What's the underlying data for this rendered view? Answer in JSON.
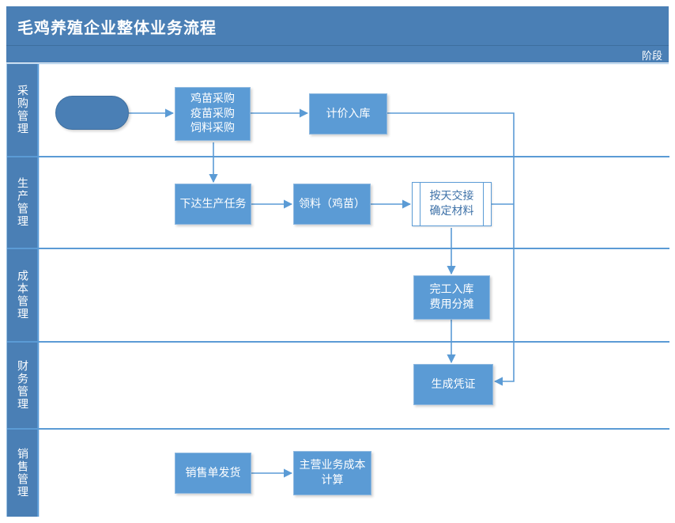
{
  "header": {
    "title": "毛鸡养殖企业整体业务流程",
    "phase_label": "阶段"
  },
  "colors": {
    "header_blue": "#4a7fb5",
    "node_blue": "#5b9bd5",
    "lane_border": "#5b9bd5",
    "frame_border": "#9dc3e6",
    "connector": "#5b9bd5",
    "subprocess_text": "#3f72a8",
    "node_text": "#ffffff"
  },
  "lanes": [
    {
      "label": "采购管理"
    },
    {
      "label": "生产管理"
    },
    {
      "label": "成本管理"
    },
    {
      "label": "财务管理"
    },
    {
      "label": "销售管理"
    }
  ],
  "nodes": [
    {
      "id": "start",
      "label": "",
      "lane": "采购管理",
      "type": "start"
    },
    {
      "id": "procurement",
      "label": "鸡苗采购\n疫苗采购\n饲料采购",
      "lane": "采购管理",
      "type": "process"
    },
    {
      "id": "valuation",
      "label": "计价入库",
      "lane": "采购管理",
      "type": "process"
    },
    {
      "id": "prod-task",
      "label": "下达生产任务",
      "lane": "生产管理",
      "type": "process"
    },
    {
      "id": "material-req",
      "label": "领料（鸡苗）",
      "lane": "生产管理",
      "type": "process"
    },
    {
      "id": "daily-handoff",
      "label": "按天交接\n确定材料",
      "lane": "生产管理",
      "type": "subprocess"
    },
    {
      "id": "finish-stock",
      "label": "完工入库\n费用分摊",
      "lane": "成本管理",
      "type": "process"
    },
    {
      "id": "voucher",
      "label": "生成凭证",
      "lane": "财务管理",
      "type": "process"
    },
    {
      "id": "sales-ship",
      "label": "销售单发货",
      "lane": "销售管理",
      "type": "process"
    },
    {
      "id": "main-cost",
      "label": "主营业务成本\n计算",
      "lane": "销售管理",
      "type": "process"
    }
  ],
  "connections": [
    {
      "from": "start",
      "to": "procurement"
    },
    {
      "from": "procurement",
      "to": "valuation"
    },
    {
      "from": "procurement",
      "to": "prod-task"
    },
    {
      "from": "prod-task",
      "to": "material-req"
    },
    {
      "from": "material-req",
      "to": "daily-handoff"
    },
    {
      "from": "daily-handoff",
      "to": "finish-stock"
    },
    {
      "from": "finish-stock",
      "to": "voucher"
    },
    {
      "from": "valuation",
      "to": "voucher"
    },
    {
      "from": "daily-handoff",
      "to": "voucher"
    },
    {
      "from": "sales-ship",
      "to": "main-cost"
    }
  ]
}
